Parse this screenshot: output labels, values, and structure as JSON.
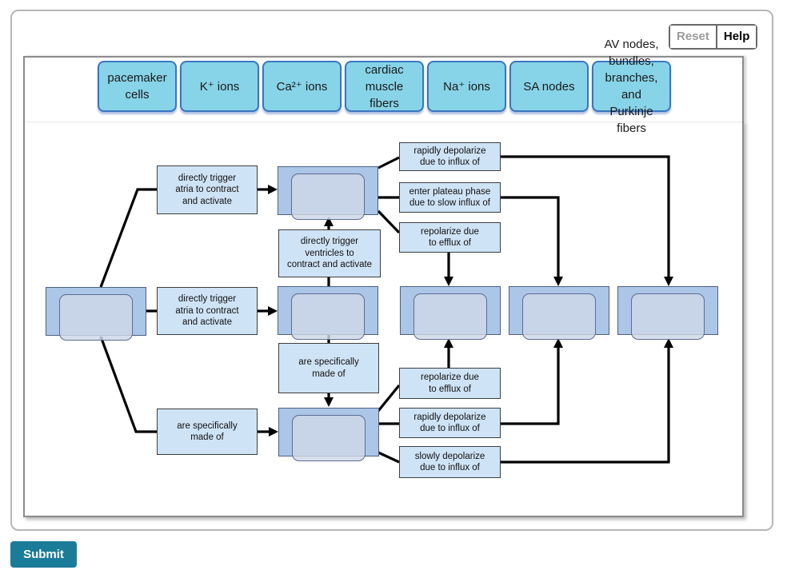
{
  "toolbar": {
    "reset": "Reset",
    "help": "Help"
  },
  "bank": {
    "chips": [
      {
        "name": "pacemaker-cells",
        "label": "pacemaker\ncells"
      },
      {
        "name": "k-ions",
        "label": "K⁺ ions"
      },
      {
        "name": "ca-ions",
        "label": "Ca²⁺ ions"
      },
      {
        "name": "cardiac-muscle-fibers",
        "label": "cardiac\nmuscle\nfibers"
      },
      {
        "name": "na-ions",
        "label": "Na⁺ ions"
      },
      {
        "name": "sa-nodes",
        "label": "SA nodes"
      },
      {
        "name": "av-nodes-bundles-branches-purkinje",
        "label": "AV nodes,\nbundles,\nbranches,\nand\nPurkinje\nfibers"
      }
    ]
  },
  "flow": {
    "connectors": {
      "atria_top": "directly trigger\natria to contract\nand activate",
      "atria_mid": "directly trigger\natria to contract\nand activate",
      "made_of_left": "are specifically\nmade of",
      "ventricles": "directly trigger\nventricles to\ncontract and activate",
      "made_of_mid": "are specifically\nmade of",
      "rapid_top": "rapidly depolarize\ndue to influx of",
      "plateau": "enter plateau phase\ndue to slow influx of",
      "repolarize_top": "repolarize due\nto efflux of",
      "repolarize_bottom": "repolarize due\nto efflux of",
      "rapid_bottom": "rapidly depolarize\ndue to influx of",
      "slow_bottom": "slowly depolarize\ndue to influx of"
    },
    "drop_targets_empty": 7
  },
  "footer": {
    "submit": "Submit"
  },
  "colors": {
    "chip_fill": "#87d3e8",
    "chip_border": "#3a76c0",
    "target_fill": "#abc6e7",
    "slot_fill": "#ced7e6",
    "connector_fill": "#cfe3f6",
    "submit_bg": "#1b7c99",
    "reset_text": "#9b9b9b",
    "line": "#000000"
  }
}
